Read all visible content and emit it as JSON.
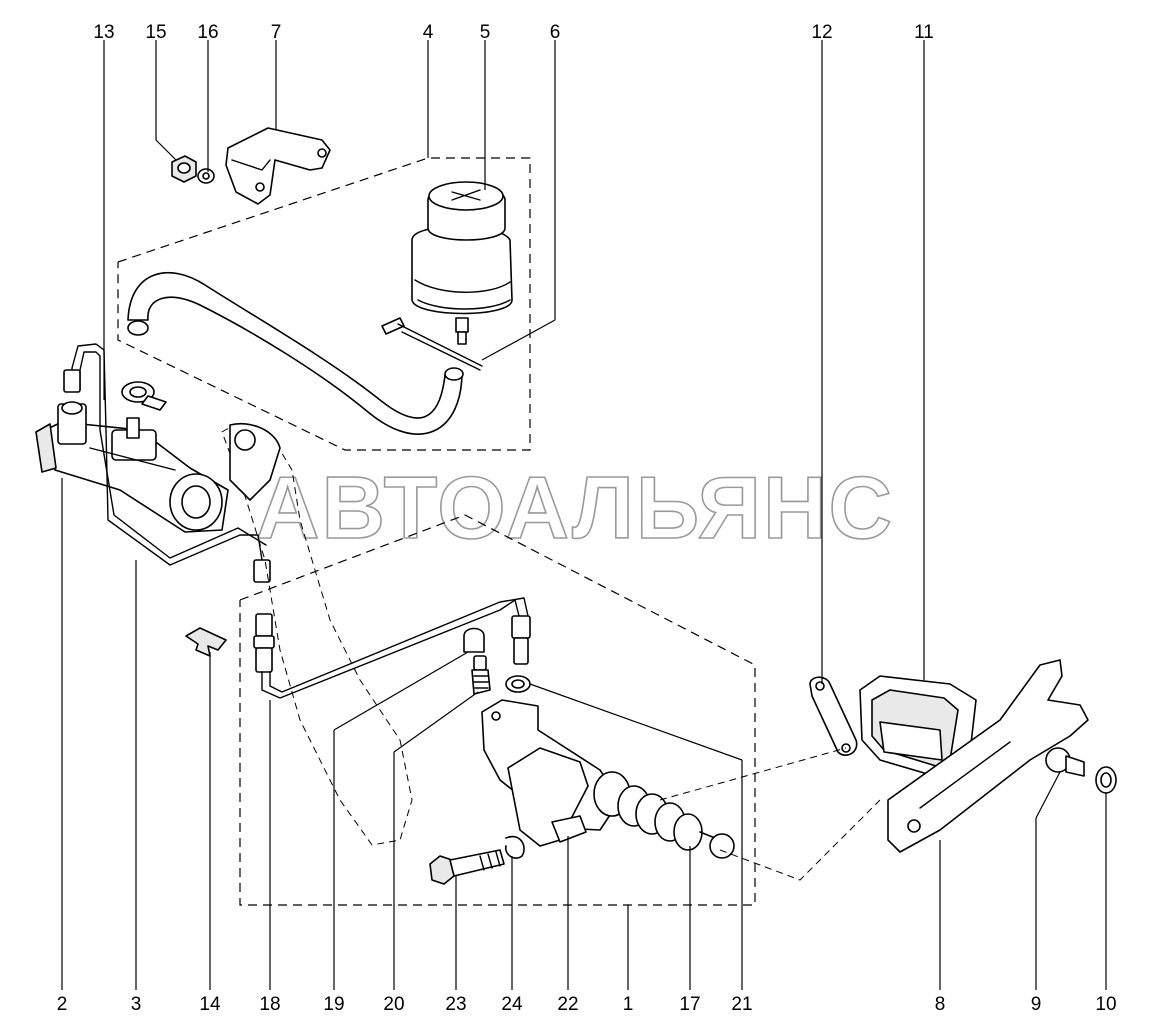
{
  "watermark": "АВТОАЛЬЯНС",
  "callouts_top": [
    "13",
    "15",
    "16",
    "7",
    "4",
    "5",
    "6",
    "12",
    "11"
  ],
  "callouts_bottom": [
    "2",
    "3",
    "14",
    "18",
    "19",
    "20",
    "23",
    "24",
    "22",
    "1",
    "17",
    "21",
    "8",
    "9",
    "10"
  ]
}
